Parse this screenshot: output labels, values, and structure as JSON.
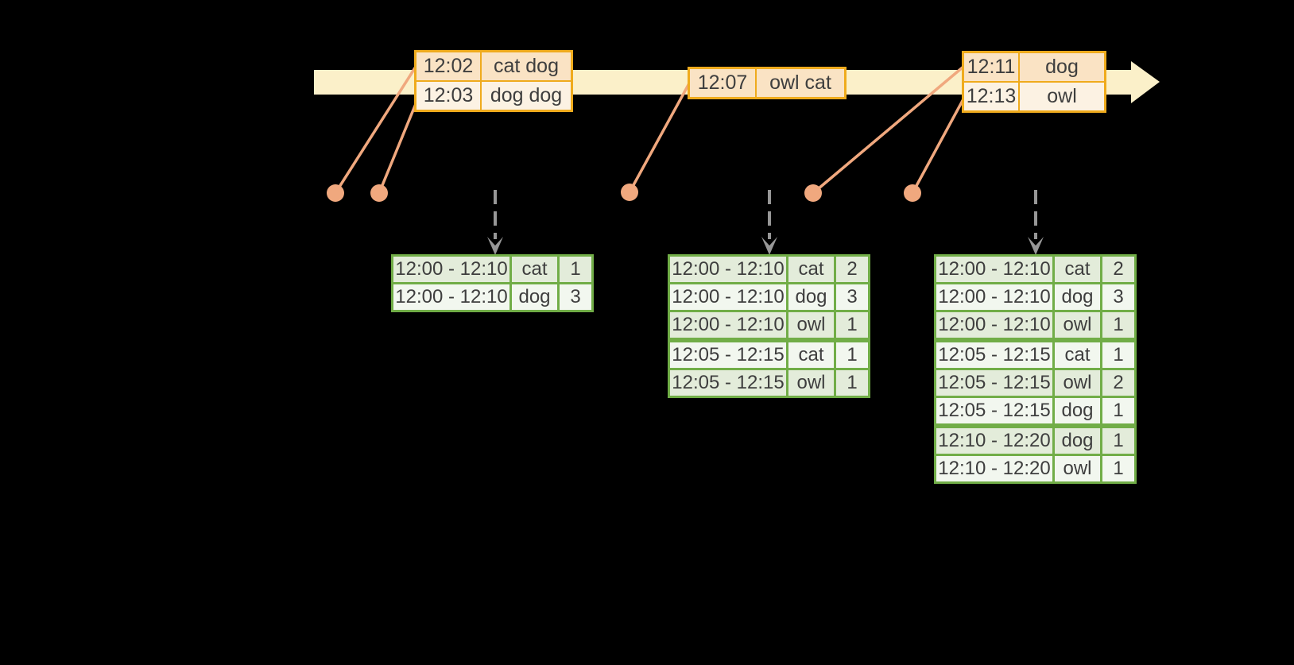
{
  "colors": {
    "background": "#000000",
    "timeline_band": "#FBF0C9",
    "event_table_border": "#EFAB1D",
    "event_row_peach": "#FAE3C4",
    "event_row_cream": "#FCF2E3",
    "event_dot_and_line": "#F0A87E",
    "trigger_arrow_gray": "#979797",
    "result_table_border": "#71AD47",
    "result_row_green": "#E3ECDA",
    "result_row_light": "#F2F7EF",
    "text": "#3E3E3E"
  },
  "timeline": {
    "event_tables": [
      {
        "rows": [
          {
            "time": "12:02",
            "words": "cat dog"
          },
          {
            "time": "12:03",
            "words": "dog dog"
          }
        ]
      },
      {
        "rows": [
          {
            "time": "12:07",
            "words": "owl cat"
          }
        ]
      },
      {
        "rows": [
          {
            "time": "12:11",
            "words": "dog"
          },
          {
            "time": "12:13",
            "words": "owl"
          }
        ]
      }
    ]
  },
  "result_tables": [
    {
      "rows": [
        {
          "window": "12:00 - 12:10",
          "word": "cat",
          "count": "1"
        },
        {
          "window": "12:00 - 12:10",
          "word": "dog",
          "count": "3"
        }
      ]
    },
    {
      "rows": [
        {
          "window": "12:00 - 12:10",
          "word": "cat",
          "count": "2"
        },
        {
          "window": "12:00 - 12:10",
          "word": "dog",
          "count": "3"
        },
        {
          "window": "12:00 - 12:10",
          "word": "owl",
          "count": "1"
        },
        {
          "window": "12:05 - 12:15",
          "word": "cat",
          "count": "1",
          "group_start": true
        },
        {
          "window": "12:05 - 12:15",
          "word": "owl",
          "count": "1"
        }
      ]
    },
    {
      "rows": [
        {
          "window": "12:00 - 12:10",
          "word": "cat",
          "count": "2"
        },
        {
          "window": "12:00 - 12:10",
          "word": "dog",
          "count": "3"
        },
        {
          "window": "12:00 - 12:10",
          "word": "owl",
          "count": "1"
        },
        {
          "window": "12:05 - 12:15",
          "word": "cat",
          "count": "1",
          "group_start": true
        },
        {
          "window": "12:05 - 12:15",
          "word": "owl",
          "count": "2"
        },
        {
          "window": "12:05 - 12:15",
          "word": "dog",
          "count": "1"
        },
        {
          "window": "12:10 - 12:20",
          "word": "dog",
          "count": "1",
          "group_start": true
        },
        {
          "window": "12:10 - 12:20",
          "word": "owl",
          "count": "1"
        }
      ]
    }
  ]
}
